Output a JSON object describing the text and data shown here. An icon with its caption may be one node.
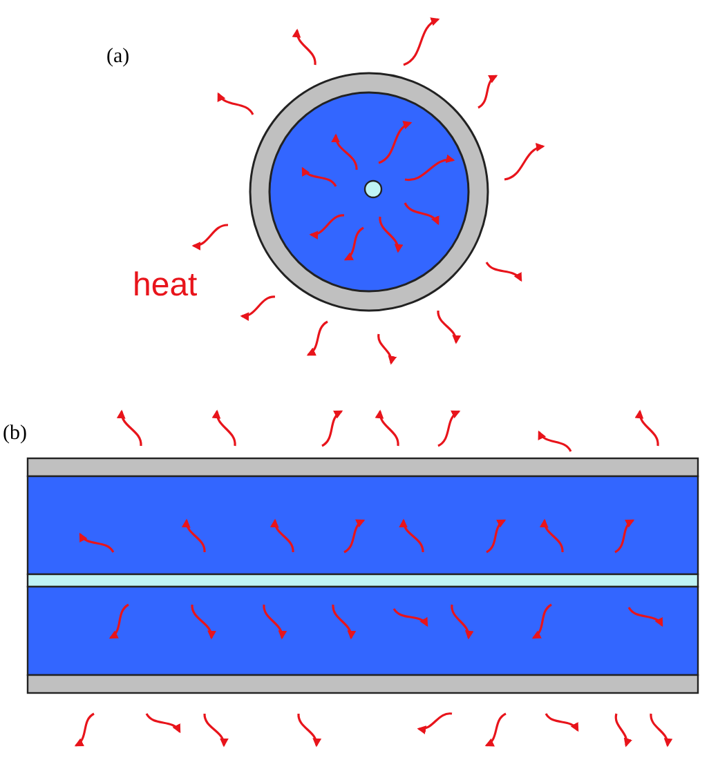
{
  "diagram": {
    "labels": [
      "(a)",
      "heat",
      "(b)"
    ]
  }
}
